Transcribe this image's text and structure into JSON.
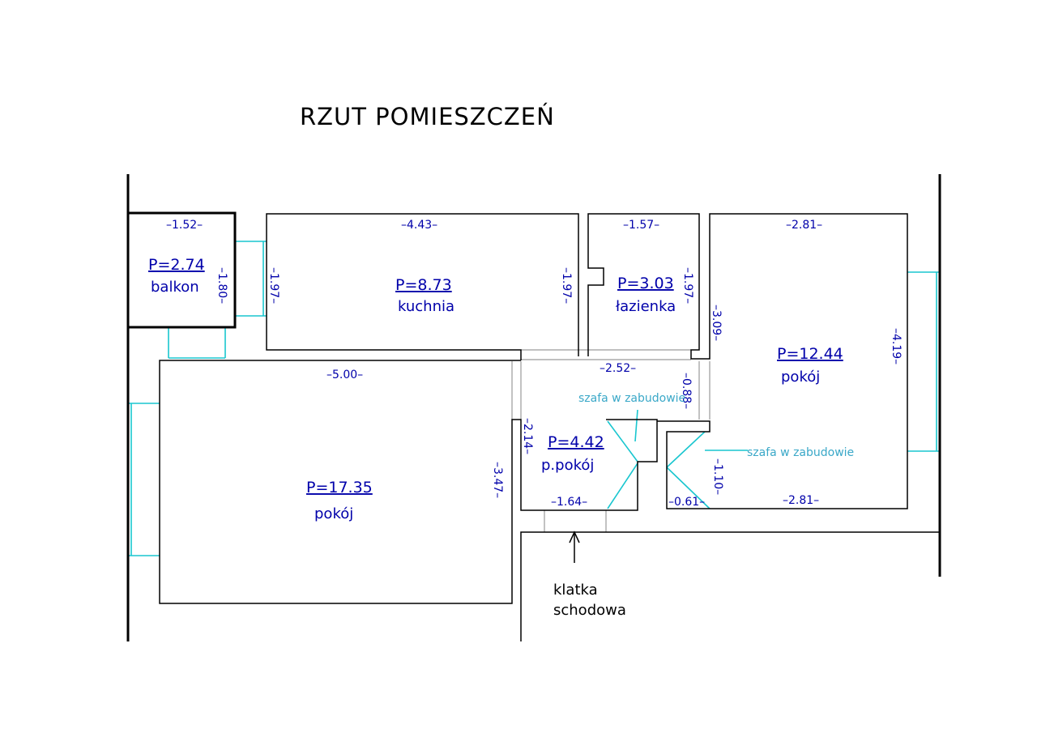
{
  "title": "RZUT POMIESZCZEŃ",
  "colors": {
    "wall": "#000000",
    "window": "#19c6cf",
    "text": "#0000aa",
    "note": "#3aa8c8",
    "thin": "#9a9a9a"
  },
  "rooms": {
    "balkon": {
      "area": "P=2.74",
      "name": "balkon"
    },
    "kuchnia": {
      "area": "P=8.73",
      "name": "kuchnia"
    },
    "lazienka": {
      "area": "P=3.03",
      "name": "łazienka"
    },
    "pokoj_right": {
      "area": "P=12.44",
      "name": "pokój"
    },
    "pokoj_left": {
      "area": "P=17.35",
      "name": "pokój"
    },
    "przedpokoj": {
      "area": "P=4.42",
      "name": "p.pokój"
    }
  },
  "dimensions": {
    "balkon_width": "–1.52–",
    "balkon_depth": "–1.80–",
    "kuchnia_width": "–4.43–",
    "kuchnia_left": "–1.97–",
    "kuchnia_right": "–1.97–",
    "lazienka_width": "–1.57–",
    "lazienka_right": "–1.97–",
    "pokoj_right_top": "–2.81–",
    "pokoj_right_left": "–3.09–",
    "pokoj_right_right": "–4.19–",
    "pokoj_right_bottom": "–2.81–",
    "pokoj_left_top": "–5.00–",
    "pokoj_left_right": "–3.47–",
    "hall_top": "–2.52–",
    "hall_left": "–2.14–",
    "hall_right": "–0.88–",
    "hall_bottom": "–1.64–",
    "closet_width": "–0.61–",
    "closet_depth": "–1.10–"
  },
  "notes": {
    "wardrobe_hall": "szafa w zabudowie",
    "wardrobe_room": "szafa w zabudowie"
  },
  "staircase": {
    "line1": "klatka",
    "line2": "schodowa"
  }
}
